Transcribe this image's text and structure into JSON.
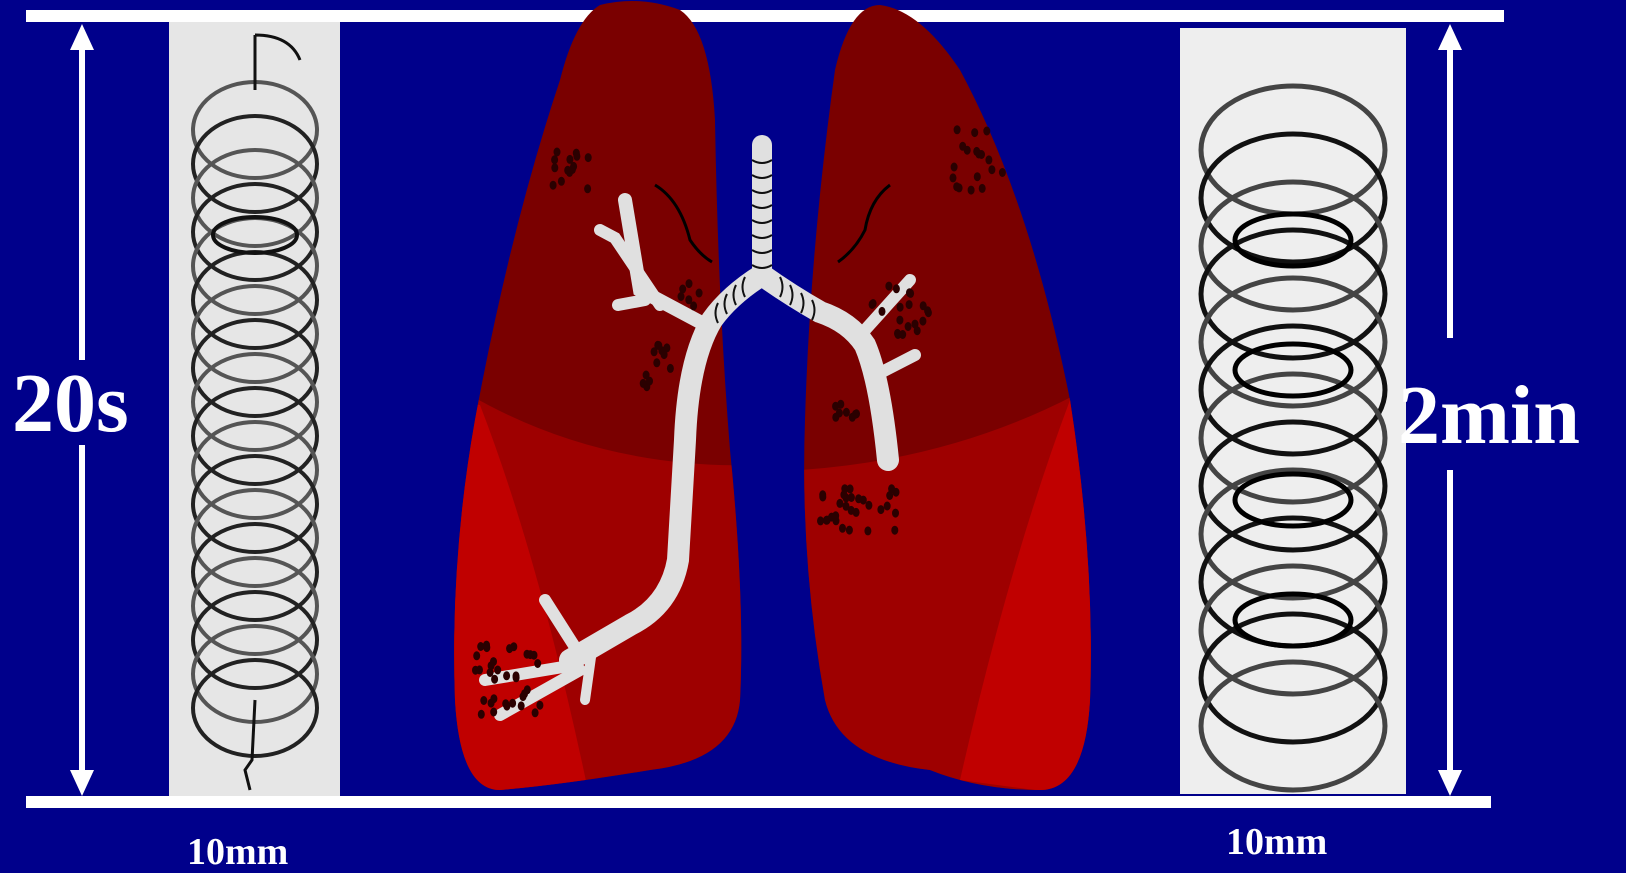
{
  "left_panel": {
    "duration": "20s",
    "width_label": "10mm"
  },
  "right_panel": {
    "duration": "2min",
    "width_label": "10mm"
  },
  "colors": {
    "background": "#00008b",
    "lung_upper": "#7a0000",
    "lung_middle": "#9e0000",
    "lung_lower": "#c00000",
    "airway": "#e0e0e0",
    "line": "#ffffff"
  }
}
